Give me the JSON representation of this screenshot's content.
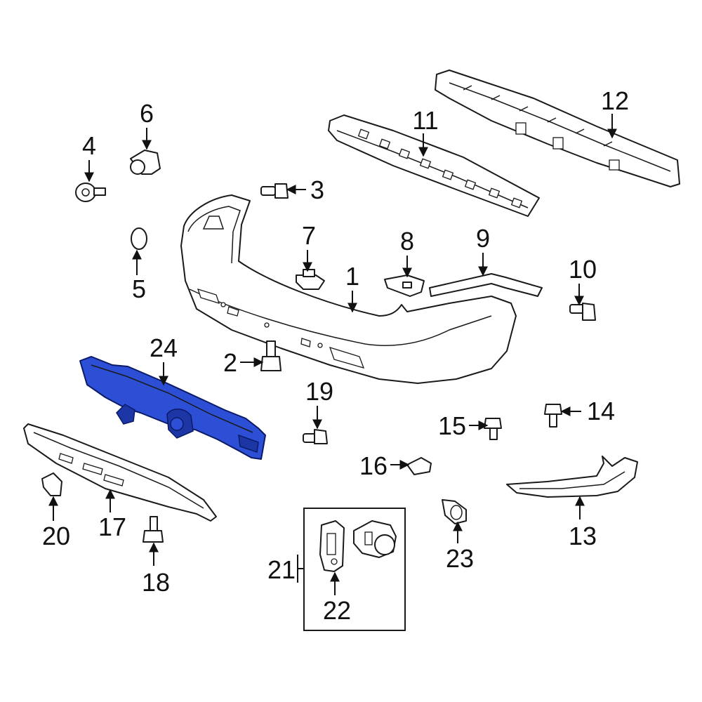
{
  "diagram": {
    "highlight_color": "#2c4fd6",
    "highlighted_part": "24",
    "callouts": {
      "c1": "1",
      "c2": "2",
      "c3": "3",
      "c4": "4",
      "c5": "5",
      "c6": "6",
      "c7": "7",
      "c8": "8",
      "c9": "9",
      "c10": "10",
      "c11": "11",
      "c12": "12",
      "c13": "13",
      "c14": "14",
      "c15": "15",
      "c16": "16",
      "c17": "17",
      "c18": "18",
      "c19": "19",
      "c20": "20",
      "c21": "21",
      "c22": "22",
      "c23": "23",
      "c24": "24"
    }
  }
}
